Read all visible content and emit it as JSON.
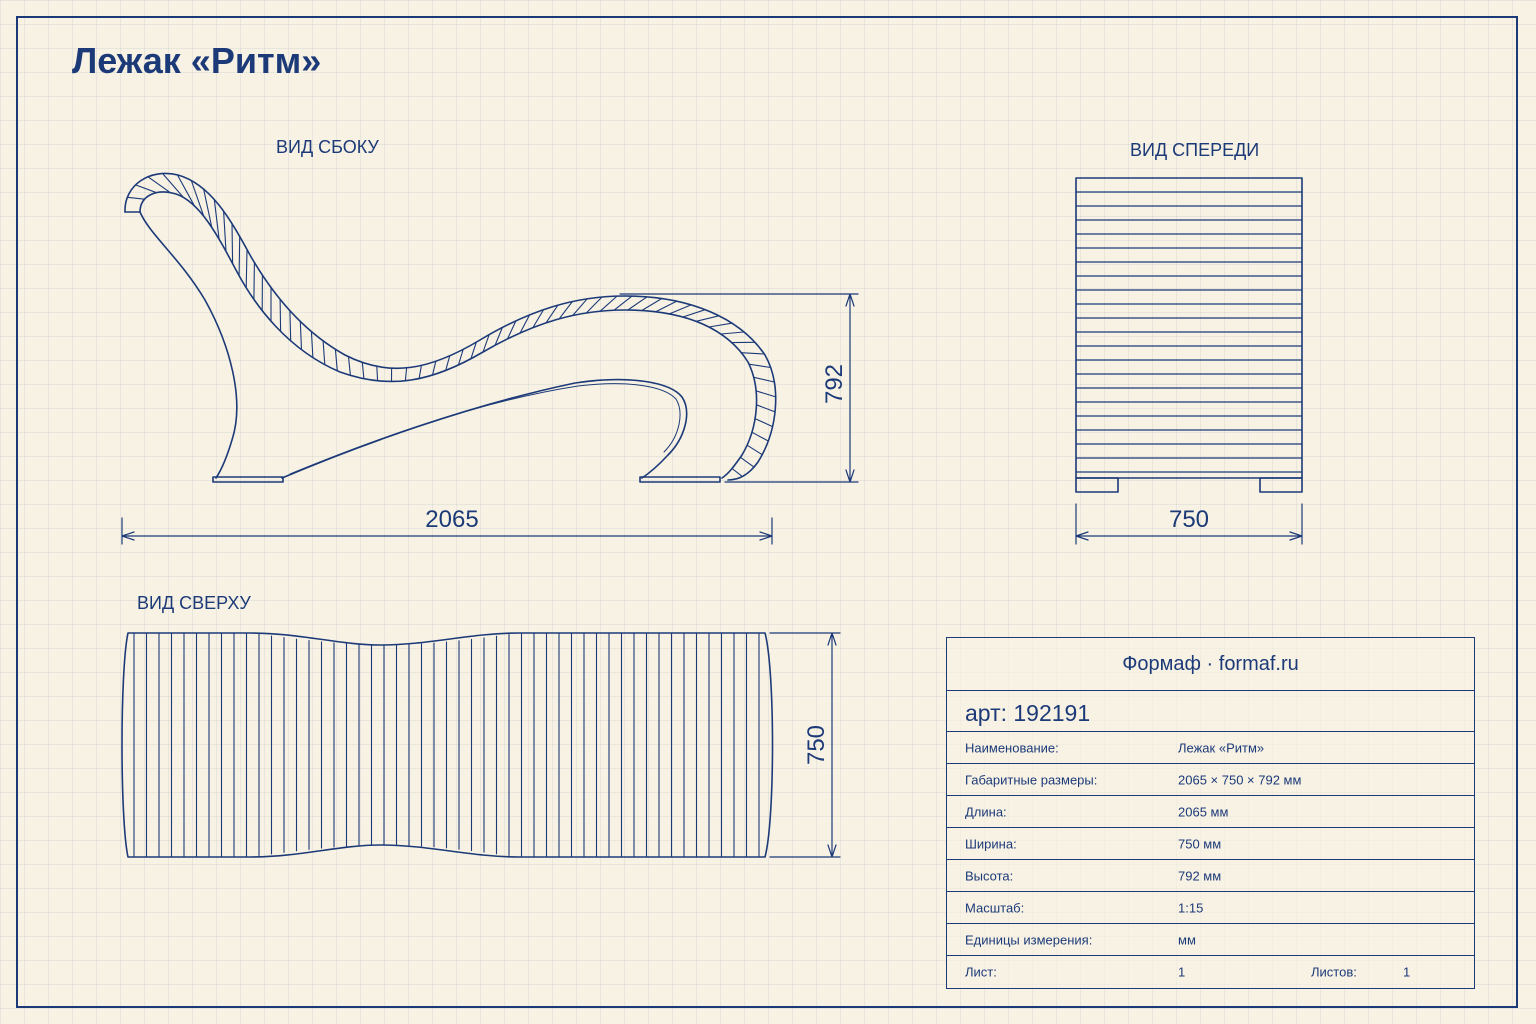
{
  "title": "Лежак «Ритм»",
  "views": {
    "side": "ВИД СБОКУ",
    "front": "ВИД СПЕРЕДИ",
    "top": "ВИД СВЕРХУ"
  },
  "dimensions": {
    "side_length": "2065",
    "side_height": "792",
    "front_width": "750",
    "top_width": "750"
  },
  "title_block": {
    "company": "Формаф · formaf.ru",
    "article": "арт: 192191",
    "rows": [
      {
        "label": "Наименование:",
        "value": "Лежак «Ритм»"
      },
      {
        "label": "Габаритные размеры:",
        "value": "2065 × 750 × 792 мм"
      },
      {
        "label": "Длина:",
        "value": "2065 мм"
      },
      {
        "label": "Ширина:",
        "value": "750 мм"
      },
      {
        "label": "Высота:",
        "value": "792 мм"
      },
      {
        "label": "Масштаб:",
        "value": "1:15"
      },
      {
        "label": "Единицы измерения:",
        "value": "мм"
      }
    ],
    "sheet": {
      "label": "Лист:",
      "value": "1",
      "total_label": "Листов:",
      "total_value": "1"
    }
  },
  "colors": {
    "ink": "#1c3a78",
    "paper": "#f8f2e4"
  }
}
